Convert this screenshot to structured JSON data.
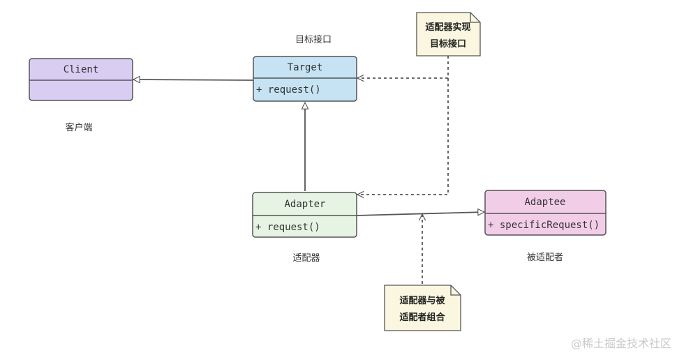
{
  "classes": {
    "client": {
      "name": "Client",
      "caption": "客户端",
      "fill": "#d9cdf2"
    },
    "target": {
      "name": "Target",
      "member": "+ request()",
      "caption": "目标接口",
      "fill": "#c5e3f3"
    },
    "adapter": {
      "name": "Adapter",
      "member": "+ request()",
      "caption": "适配器",
      "fill": "#e6f4e3"
    },
    "adaptee": {
      "name": "Adaptee",
      "member": "+ specificRequest()",
      "caption": "被适配者",
      "fill": "#f2cde8"
    }
  },
  "notes": {
    "implements": {
      "line1": "适配器实现",
      "line2": "目标接口",
      "fill": "#faf6df"
    },
    "composition": {
      "line1": "适配器与被",
      "line2": "适配者组合",
      "fill": "#faf6df"
    }
  },
  "watermark": "@稀土掘金技术社区",
  "colors": {
    "stroke": "#555555"
  }
}
